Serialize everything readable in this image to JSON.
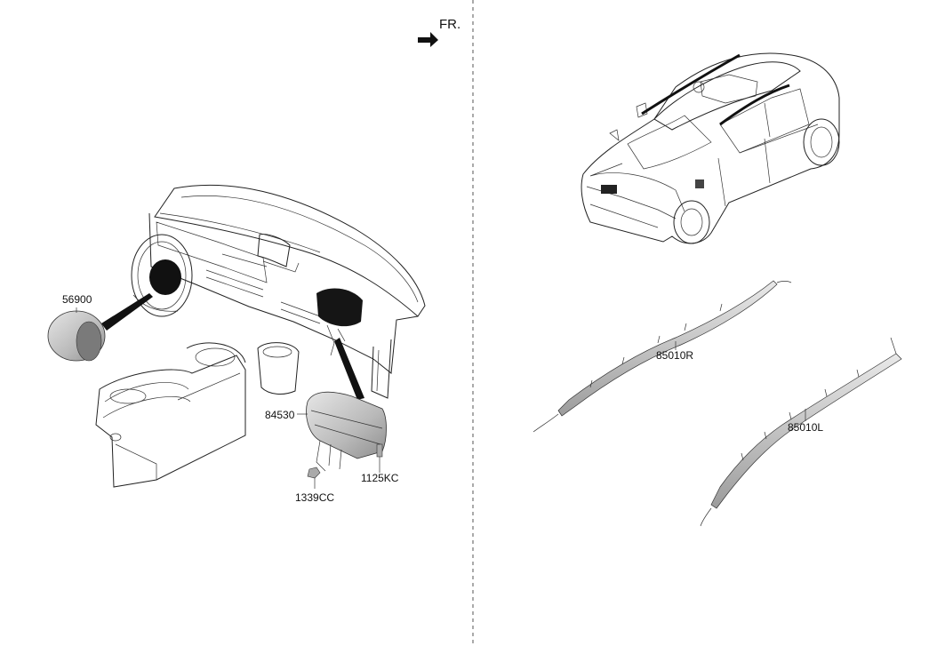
{
  "orientation": {
    "label": "FR."
  },
  "parts": {
    "driver_airbag": "56900",
    "passenger_airbag": "84530",
    "nut": "1339CC",
    "bolt": "1125KC",
    "curtain_right": "85010R",
    "curtain_left": "85010L"
  }
}
